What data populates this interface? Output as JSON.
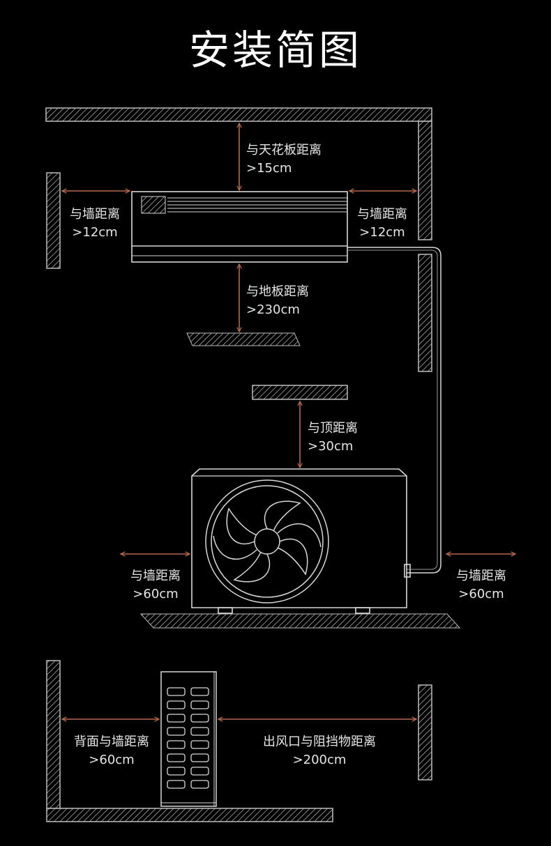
{
  "title": "安装简图",
  "colors": {
    "background": "#000000",
    "line": "#bdbdbd",
    "arrow": "#b5694a",
    "text": "#e6e6e6"
  },
  "indoor_unit": {
    "ceiling": {
      "label": "与天花板距离",
      "value": ">15cm"
    },
    "left_wall": {
      "label": "与墙距离",
      "value": ">12cm"
    },
    "right_wall": {
      "label": "与墙距离",
      "value": ">12cm"
    },
    "floor": {
      "label": "与地板距离",
      "value": ">230cm"
    }
  },
  "outdoor_unit": {
    "top": {
      "label": "与顶距离",
      "value": ">30cm"
    },
    "left_wall": {
      "label": "与墙距离",
      "value": ">60cm"
    },
    "right_wall": {
      "label": "与墙距离",
      "value": ">60cm"
    }
  },
  "side_view": {
    "back_wall": {
      "label": "背面与墙距离",
      "value": ">60cm"
    },
    "outlet": {
      "label": "出风口与阻挡物距离",
      "value": ">200cm"
    }
  }
}
